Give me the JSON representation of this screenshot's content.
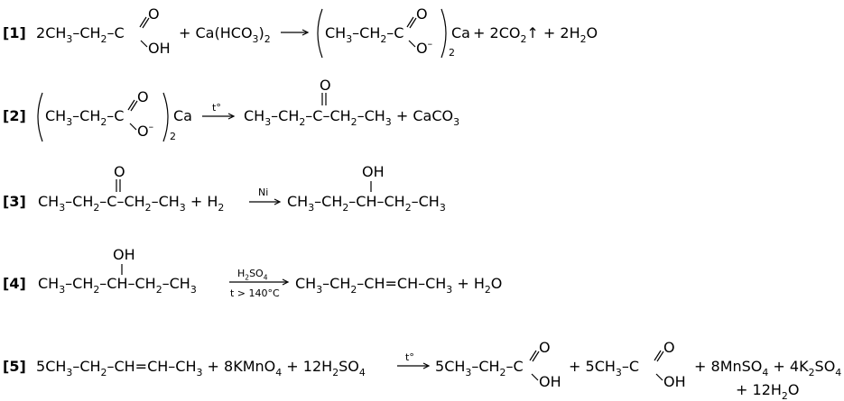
{
  "reactions": [
    {
      "label": "[1]",
      "reactant_acid": "2CH3–CH2–C",
      "acid_O": "O",
      "acid_OH": "OH",
      "reactant_salt": "+ Ca(HCO3)2",
      "product_salt_chain": "CH3–CH2–C",
      "product_salt_O": "O",
      "product_salt_Ominus": "O–",
      "product_salt_sub": "2",
      "product_salt_metal": "Ca",
      "products_rest": "+ 2CO2↑ + 2H2O"
    },
    {
      "label": "[2]",
      "reactant_chain": "CH3–CH2–C",
      "reactant_O": "O",
      "reactant_Ominus": "O–",
      "reactant_sub": "2",
      "reactant_metal": "Ca",
      "condition_above": "t°",
      "product_O": "O",
      "product": "CH3–CH2–C–CH2–CH3 + CaCO3"
    },
    {
      "label": "[3]",
      "reactant_O": "O",
      "reactant": "CH3–CH2–C–CH2–CH3 + H2",
      "condition_above": "Ni",
      "product_OH": "OH",
      "product": "CH3–CH2–CH–CH2–CH3"
    },
    {
      "label": "[4]",
      "reactant_OH": "OH",
      "reactant": "CH3–CH2–CH–CH2–CH3",
      "condition_above": "H2SO4",
      "condition_below": "t > 140°C",
      "product": "CH3–CH2–CH=CH–CH3 + H2O"
    },
    {
      "label": "[5]",
      "reactants": "5CH3–CH2–CH=CH–CH3 + 8KMnO4 + 12H2SO4",
      "condition_above": "t°",
      "product1_chain": "5CH3–CH2–C",
      "product1_O": "O",
      "product1_OH": "OH",
      "product2_chain": "+ 5CH3–C",
      "product2_O": "O",
      "product2_OH": "OH",
      "products_rest": "+ 8MnSO4 + 4K2SO4",
      "products_rest_line2": "+ 12H2O"
    }
  ]
}
